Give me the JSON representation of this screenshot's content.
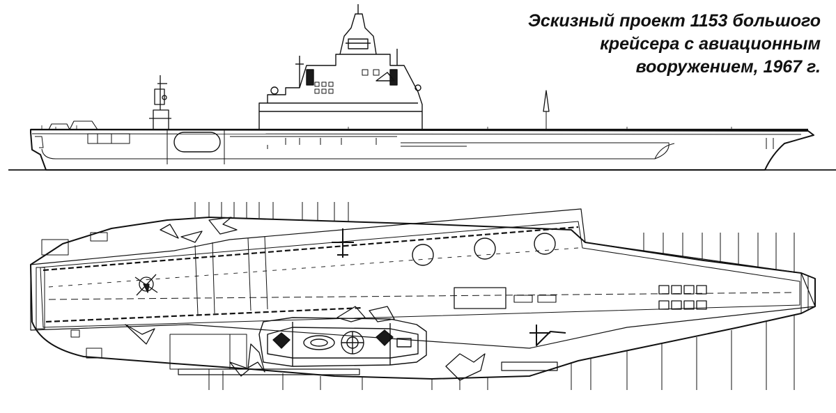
{
  "caption": {
    "line1": "Эскизный проект 1153 большого",
    "line2": "крейсера с авиационным",
    "line3": "вооружением, 1967 г."
  },
  "colors": {
    "ink": "#111111",
    "paper": "#ffffff",
    "fill_dark": "#1a1a1a"
  }
}
